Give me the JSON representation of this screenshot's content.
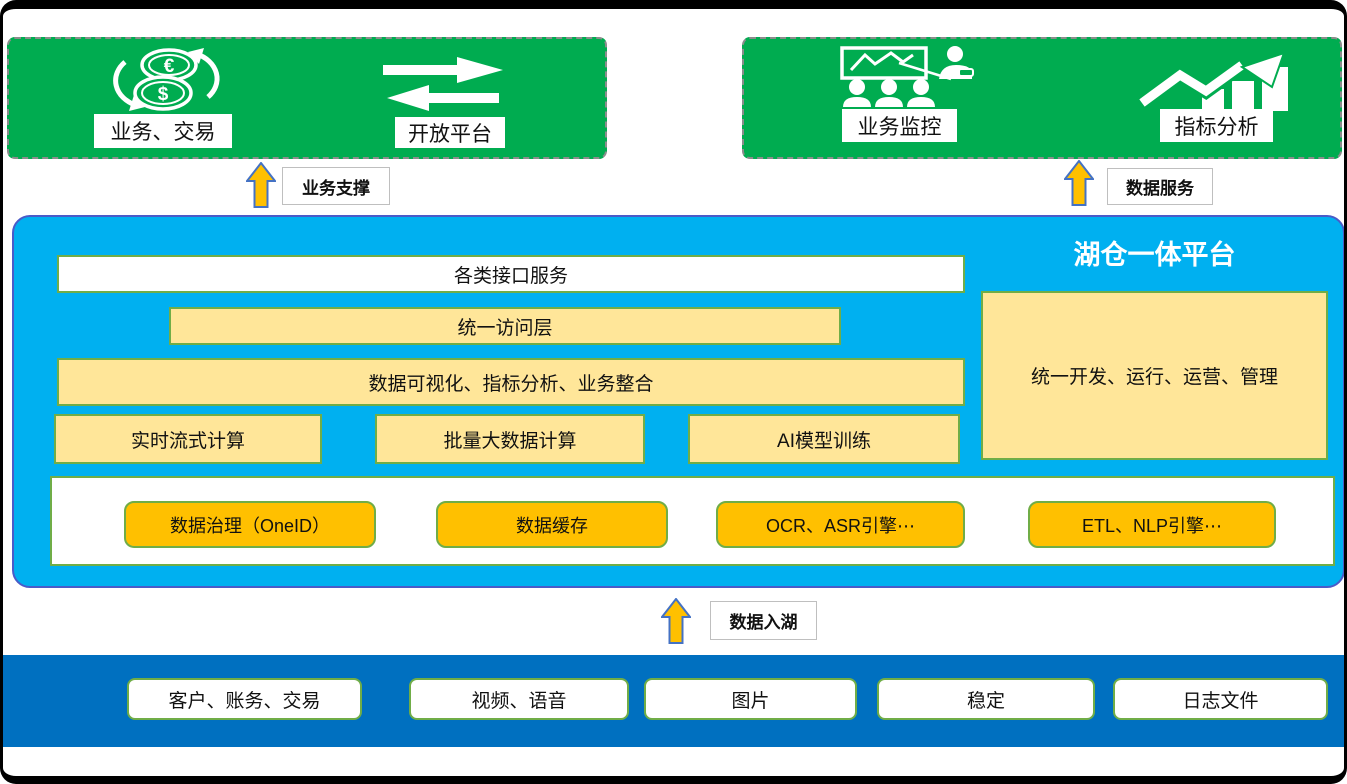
{
  "colors": {
    "green": "#00AC50",
    "cyan": "#00B0F0",
    "dark_blue": "#0070C0",
    "light_yellow": "#FFE699",
    "orange": "#FFC000",
    "box_border_green": "#70AD47",
    "arrow_fill": "#FFC000",
    "arrow_border": "#4472C4",
    "platform_border": "#4A5BC8"
  },
  "business_layer": {
    "left": {
      "coins": {
        "top_symbol": "€",
        "bottom_symbol": "$"
      },
      "items": [
        {
          "icon": "coins-icon",
          "label": "业务、交易"
        },
        {
          "icon": "transfer-arrows-icon",
          "label": "开放平台"
        }
      ]
    },
    "right": {
      "items": [
        {
          "icon": "presentation-icon",
          "label": "业务监控"
        },
        {
          "icon": "growth-chart-icon",
          "label": "指标分析"
        }
      ]
    }
  },
  "flow_arrows": {
    "business_support": "业务支撑",
    "data_service": "数据服务",
    "data_ingest": "数据入湖"
  },
  "platform": {
    "title": "湖仓一体平台",
    "interface_bar": "各类接口服务",
    "access_bar": "统一访问层",
    "visualization_bar": "数据可视化、指标分析、业务整合",
    "compute_boxes": [
      "实时流式计算",
      "批量大数据计算",
      "AI模型训练"
    ],
    "management_box": "统一开发、运行、运营、管理",
    "engine_buttons": [
      "数据治理（OneID）",
      "数据缓存",
      "OCR、ASR引擎⋯",
      "ETL、NLP引擎⋯"
    ]
  },
  "data_sources": [
    "客户、账务、交易",
    "视频、语音",
    "图片",
    "稳定",
    "日志文件"
  ]
}
